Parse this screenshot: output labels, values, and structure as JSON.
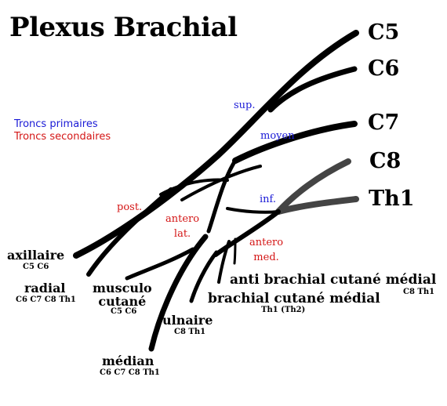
{
  "title": "Plexus Brachial",
  "roots": {
    "c5": "C5",
    "c6": "C6",
    "c7": "C7",
    "c8": "C8",
    "th1": "Th1"
  },
  "legend": {
    "primary": "Troncs primaires",
    "secondary": "Troncs secondaires",
    "primary_color": "#1a1ad6",
    "secondary_color": "#d41616"
  },
  "primary_trunks": {
    "sup": "sup.",
    "moyen": "moyen",
    "inf": "inf."
  },
  "secondary_trunks": {
    "post": "post.",
    "antero_lat": [
      "antero",
      "lat."
    ],
    "antero_med": [
      "antero",
      "med."
    ]
  },
  "nerves": {
    "axillaire": {
      "name": "axillaire",
      "roots": "C5 C6"
    },
    "radial": {
      "name": "radial",
      "roots": "C6 C7 C8 Th1"
    },
    "musculo_cutane": {
      "name": [
        "musculo",
        "cutané"
      ],
      "roots": "C5 C6"
    },
    "ulnaire": {
      "name": "ulnaire",
      "roots": "C8 Th1"
    },
    "median": {
      "name": "médian",
      "roots": "C6 C7 C8 Th1"
    },
    "brachial_cutane_medial": {
      "name": "brachial cutané médial",
      "roots": "Th1 (Th2)"
    },
    "anti_brachial_cutane_medial": {
      "name": "anti brachial cutané médial",
      "roots": "C8 Th1"
    }
  }
}
